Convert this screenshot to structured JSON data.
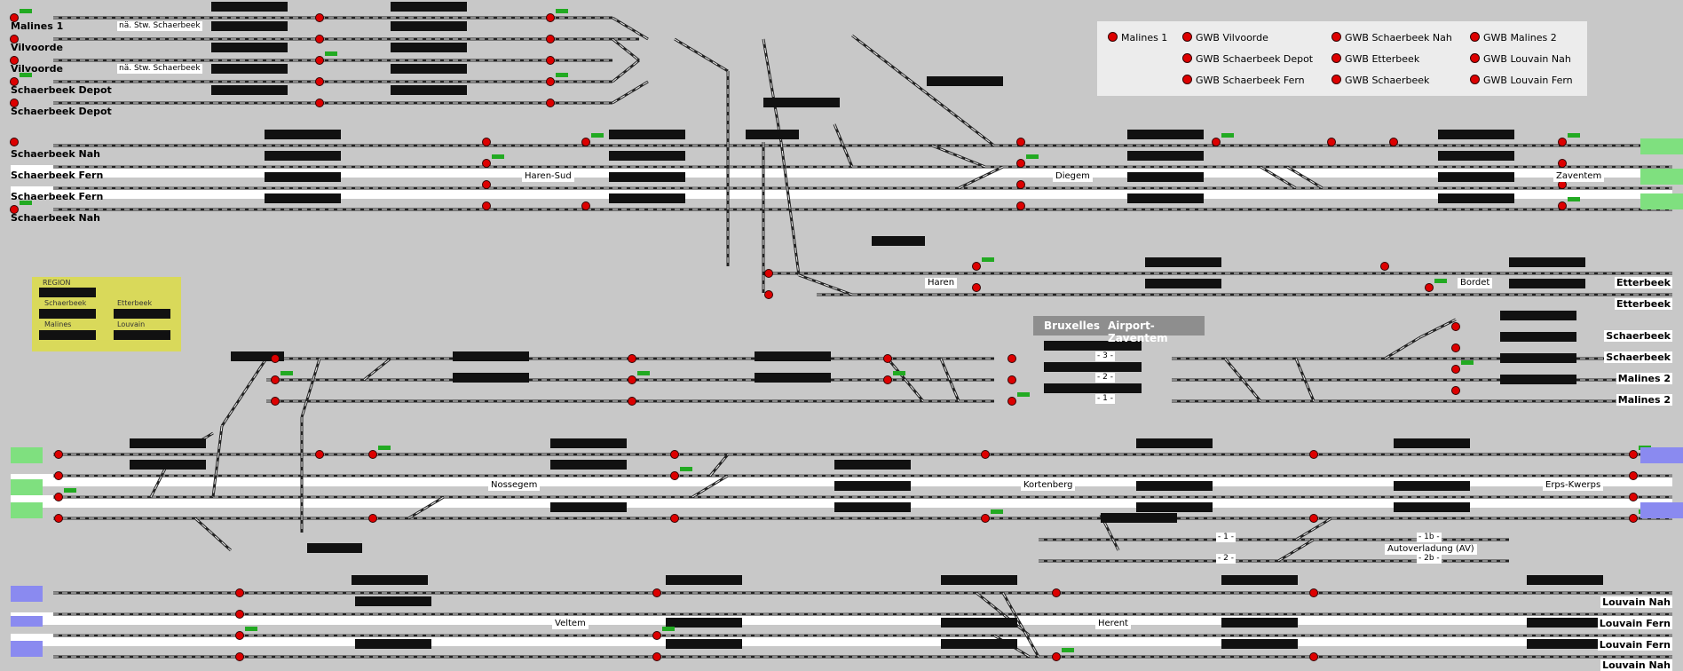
{
  "colors": {
    "background": "#c8c8c8",
    "track": "#222222",
    "signal_red": "#dd0000",
    "signal_green": "#22aa22",
    "tab_green": "#7fe07f",
    "tab_blue": "#8a8af0",
    "region_panel": "#d9d95a",
    "legend_panel": "#ececec"
  },
  "left_labels": [
    {
      "text": "Malines 1"
    },
    {
      "text": "Vilvoorde"
    },
    {
      "text": "Vilvoorde"
    },
    {
      "text": "Schaerbeek Depot"
    },
    {
      "text": "Schaerbeek Depot"
    },
    {
      "text": "Schaerbeek Nah"
    },
    {
      "text": "Schaerbeek Fern"
    },
    {
      "text": "Schaerbeek Fern"
    },
    {
      "text": "Schaerbeek Nah"
    }
  ],
  "stw_notes": [
    {
      "text": "nä. Stw. Schaerbeek"
    },
    {
      "text": "nä. Stw. Schaerbeek"
    }
  ],
  "right_labels": [
    {
      "text": "Etterbeek"
    },
    {
      "text": "Etterbeek"
    },
    {
      "text": "Schaerbeek"
    },
    {
      "text": "Schaerbeek"
    },
    {
      "text": "Malines 2"
    },
    {
      "text": "Malines 2"
    },
    {
      "text": "Louvain Nah"
    },
    {
      "text": "Louvain Fern"
    },
    {
      "text": "Louvain Fern"
    },
    {
      "text": "Louvain Nah"
    }
  ],
  "stations": [
    {
      "text": "Haren-Sud"
    },
    {
      "text": "Diegem"
    },
    {
      "text": "Zaventem"
    },
    {
      "text": "Haren"
    },
    {
      "text": "Bordet"
    },
    {
      "text": "Nossegem"
    },
    {
      "text": "Kortenberg"
    },
    {
      "text": "Erps-Kwerps"
    },
    {
      "text": "Veltem"
    },
    {
      "text": "Herent"
    },
    {
      "text": "Autoverladung (AV)"
    }
  ],
  "track_numbers": [
    {
      "text": "- 3 -"
    },
    {
      "text": "- 2 -"
    },
    {
      "text": "- 1 -"
    },
    {
      "text": "- 1 -"
    },
    {
      "text": "- 2 -"
    },
    {
      "text": "- 1b -"
    },
    {
      "text": "- 2b -"
    }
  ],
  "airport_banner": {
    "left": "Bruxelles",
    "right": "Airport-Zaventem"
  },
  "legend": [
    {
      "text": "Malines 1"
    },
    {
      "text": "GWB Vilvoorde"
    },
    {
      "text": "GWB Schaerbeek Nah"
    },
    {
      "text": "GWB Malines 2"
    },
    {
      "text": "GWB Schaerbeek Depot"
    },
    {
      "text": "GWB Etterbeek"
    },
    {
      "text": "GWB Louvain Nah"
    },
    {
      "text": "GWB Schaerbeek Fern"
    },
    {
      "text": "GWB Schaerbeek"
    },
    {
      "text": "GWB Louvain Fern"
    }
  ],
  "region_panel": {
    "title": "REGION",
    "items": [
      {
        "text": "Schaerbeek"
      },
      {
        "text": "Etterbeek"
      },
      {
        "text": "Malines"
      },
      {
        "text": "Louvain"
      }
    ]
  }
}
